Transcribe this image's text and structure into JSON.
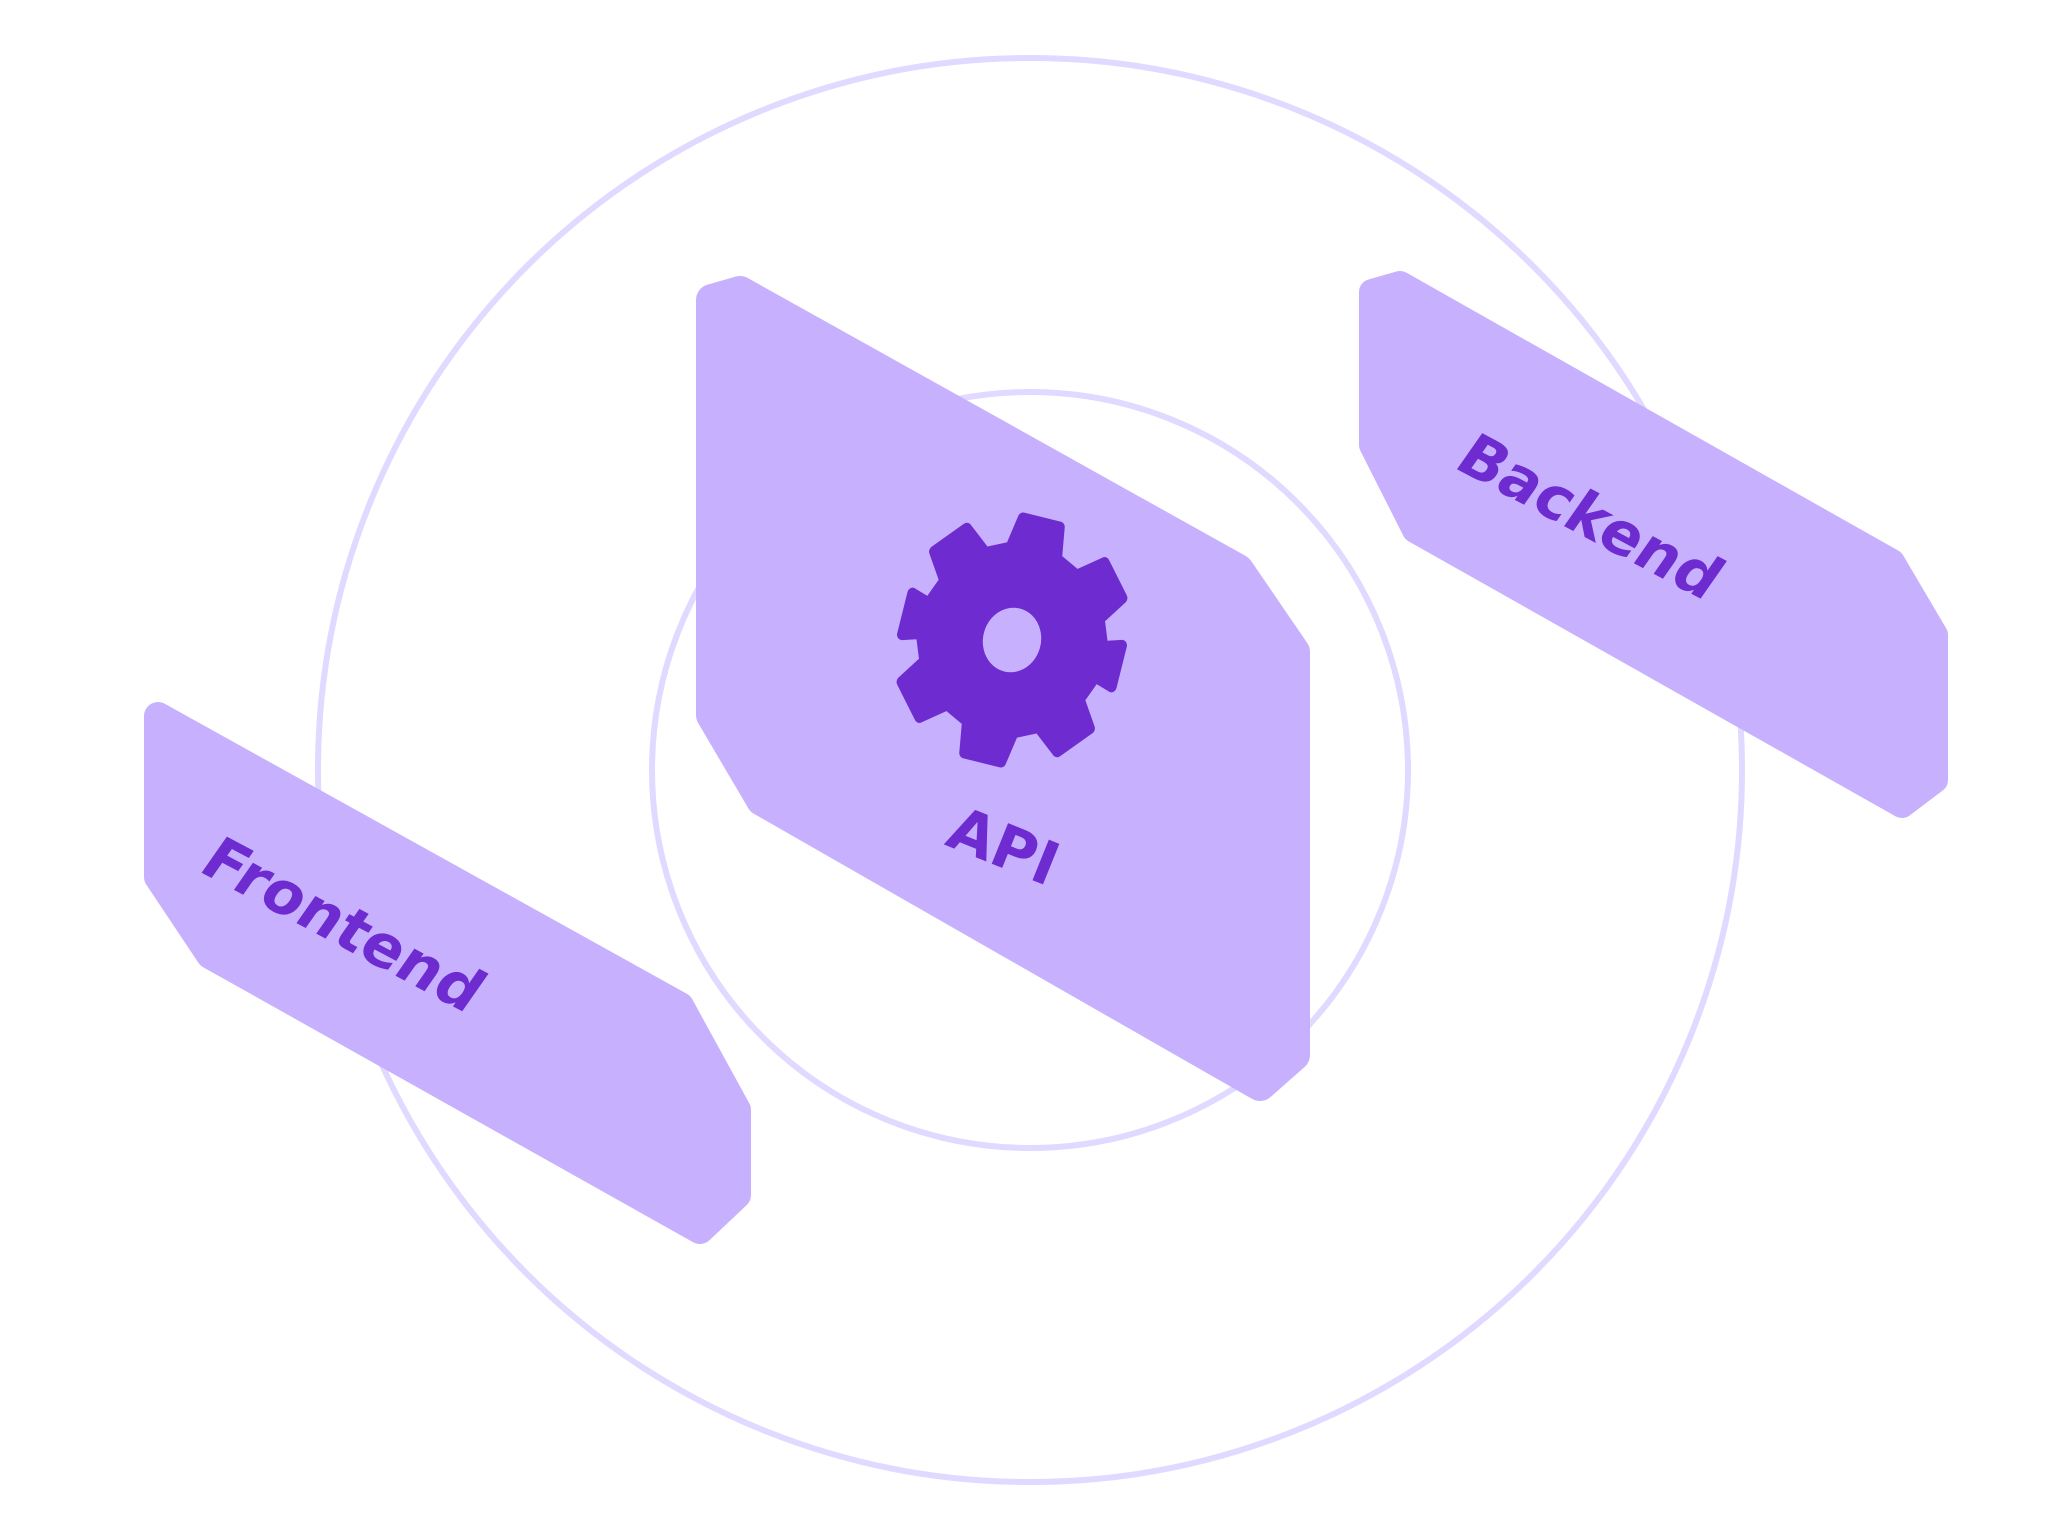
{
  "colors": {
    "background": "#ffffff",
    "ring": "#e1d9ff",
    "card_fill": "#c7b1ff",
    "accent": "#6d2bd0"
  },
  "cards": {
    "api": {
      "label": "API",
      "icon": "gear-icon"
    },
    "frontend": {
      "label": "Frontend"
    },
    "backend": {
      "label": "Backend"
    }
  }
}
